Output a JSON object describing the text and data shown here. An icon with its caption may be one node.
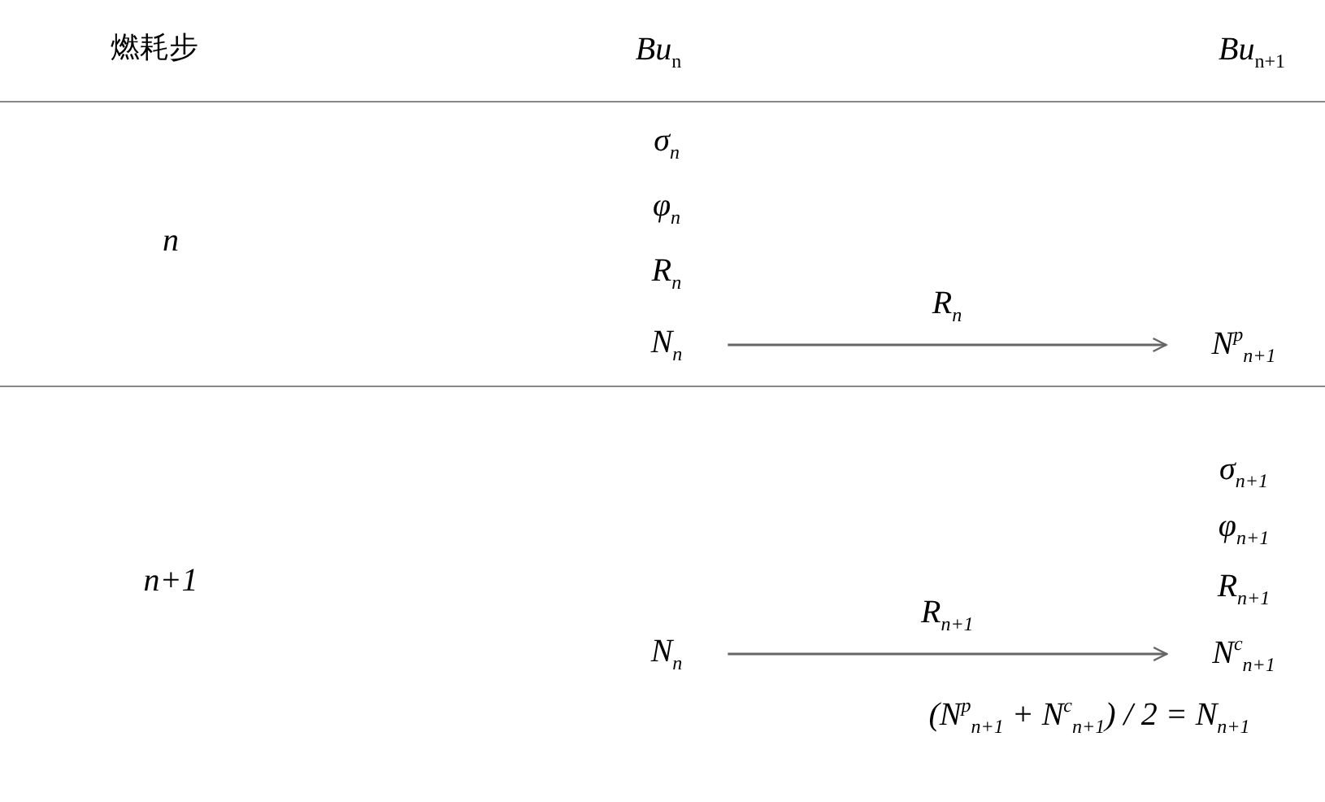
{
  "diagram": {
    "nodes": [
      {
        "text": [
          "N$_{n}$"
        ]
      },
      {
        "text": [
          "N$^{p}$$_{n+1}$"
        ]
      },
      {
        "text": [
          "N$_{n}$"
        ]
      },
      {
        "text": [
          "N$^{c}$$_{n+1}$"
        ]
      }
    ],
    "edges": [
      {
        "from": 0,
        "to": 1,
        "arrow": "to",
        "label": "R$_{n}$"
      },
      {
        "from": 2,
        "to": 3,
        "arrow": "to",
        "label": "R$_{n+1}$"
      }
    ],
    "labels": [
      "燃耗步",
      "*Bu*$_{n}$",
      "*Bu*$_{n+1}$",
      "σ$_{n}$",
      "φ$_{n}$",
      "n",
      "R$_{n}$",
      "σ$_{n+1}$",
      "φ$_{n+1}$",
      "n+1",
      "R$_{n+1}$",
      "(N$^{p}$$_{n+1}$ + N$^{c}$$_{n+1}$) / 2 = N$_{n+1}$"
    ]
  }
}
